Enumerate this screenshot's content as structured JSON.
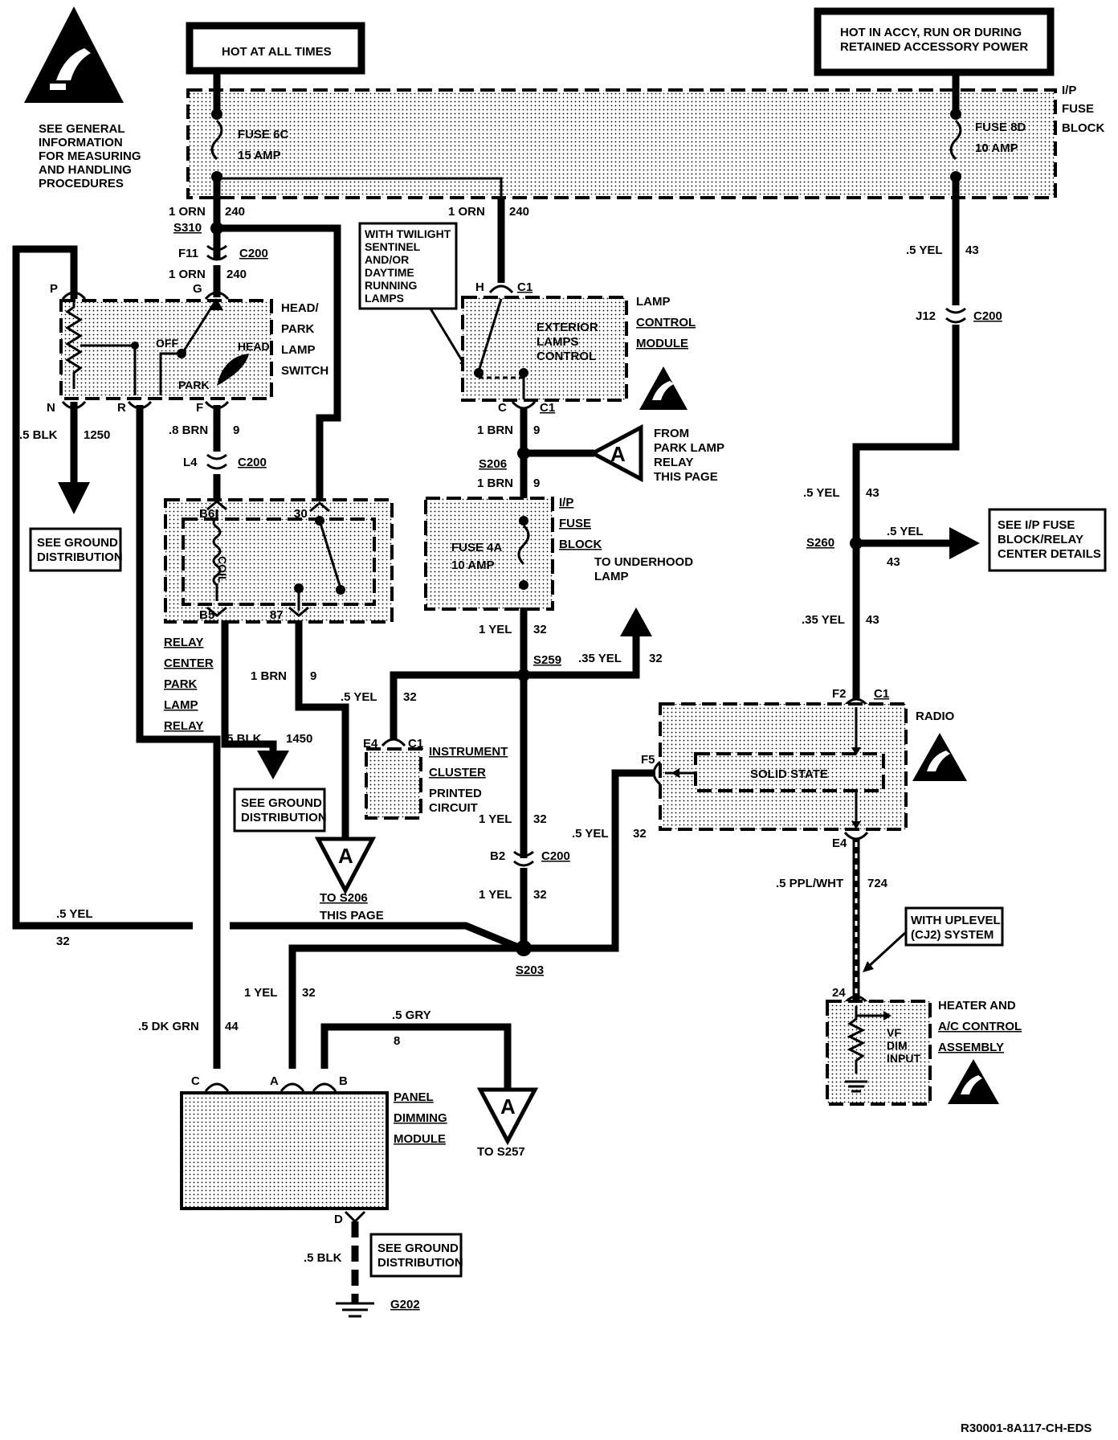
{
  "header": {
    "hot_at_all_times": "HOT AT ALL TIMES",
    "hot_accy_1": "HOT IN ACCY, RUN OR DURING",
    "hot_accy_2": "RETAINED ACCESSORY POWER"
  },
  "esd_note": [
    "SEE GENERAL",
    "INFORMATION",
    "FOR MEASURING",
    "AND HANDLING",
    "PROCEDURES"
  ],
  "fuse_block_label": [
    "I/P",
    "FUSE",
    "BLOCK"
  ],
  "fuse_6c": {
    "name": "FUSE 6C",
    "rating": "15 AMP"
  },
  "fuse_8d": {
    "name": "FUSE 8D",
    "rating": "10 AMP"
  },
  "fuse_4a": {
    "name": "FUSE 4A",
    "rating": "10 AMP"
  },
  "ip_fuse_block_2": [
    "I/P",
    "FUSE",
    "BLOCK"
  ],
  "wires": {
    "orn1": "1 ORN",
    "c240": "240",
    "orn2": "1 ORN",
    "c240b": "240",
    "orn3": "1 ORN",
    "c240c": "240",
    "yel5_43": ".5 YEL",
    "c43": "43",
    "yel5_43b": ".5 YEL",
    "c43b": "43",
    "yel5_43c": ".5 YEL",
    "c43c": "43",
    "yel35_43": ".35 YEL",
    "c43d": "43",
    "blk_1250": ".5 BLK",
    "c1250": "1250",
    "brn8": ".8 BRN",
    "c9": "9",
    "brn1": "1 BRN",
    "c9b": "9",
    "brn1b": "1 BRN",
    "c9c": "9",
    "brn1c": "1 BRN",
    "c9d": "9",
    "yel1_32": "1 YEL",
    "c32": "32",
    "yel35_32": ".35 YEL",
    "c32b": "32",
    "yel5_32": ".5 YEL",
    "c32c": "32",
    "blk_1450": ".5 BLK",
    "c1450": "1450",
    "yel1_32b": "1 YEL",
    "c32d": "32",
    "yel5_32b": ".5 YEL",
    "c32e": "32",
    "yel1_32c": "1 YEL",
    "c32f": "32",
    "yel5_32c": ".5 YEL",
    "c32g": "32",
    "yel1_32d": "1 YEL",
    "c32h": "32",
    "dkgrn": ".5 DK GRN",
    "c44": "44",
    "gry": ".5 GRY",
    "c8": "8",
    "ppl": ".5 PPL/WHT",
    "c724": "724",
    "blk_d": ".5 BLK"
  },
  "splices": {
    "s310": "S310",
    "s206": "S206",
    "s259": "S259",
    "s260": "S260",
    "s203": "S203",
    "g202": "G202"
  },
  "connectors": {
    "f11": "F11",
    "c200a": "C200",
    "g": "G",
    "p": "P",
    "n": "N",
    "r": "R",
    "f": "F",
    "l4": "L4",
    "c200b": "C200",
    "b6": "B6",
    "b5": "B5",
    "p30": "30",
    "p87": "87",
    "h": "H",
    "c1a": "C1",
    "c": "C",
    "c1b": "C1",
    "j12": "J12",
    "c200c": "C200",
    "e4": "E4",
    "c1c": "C1",
    "b2": "B2",
    "c200d": "C200",
    "f2": "F2",
    "c1d": "C1",
    "f5": "F5",
    "e4b": "E4",
    "p24": "24",
    "pc": "C",
    "pa": "A",
    "pb": "B",
    "pd": "D"
  },
  "switch": {
    "label": [
      "HEAD/",
      "PARK",
      "LAMP",
      "SWITCH"
    ],
    "off": "OFF",
    "head": "HEAD",
    "park": "PARK"
  },
  "twilight_note": [
    "WITH TWILIGHT",
    "SENTINEL",
    "AND/OR",
    "DAYTIME",
    "RUNNING",
    "LAMPS"
  ],
  "lamp_module": {
    "inner": [
      "EXTERIOR",
      "LAMPS",
      "CONTROL"
    ],
    "label": [
      "LAMP",
      "CONTROL",
      "MODULE"
    ]
  },
  "from_park": [
    "FROM",
    "PARK LAMP",
    "RELAY",
    "THIS PAGE"
  ],
  "ref_a": "A",
  "ground_dist": [
    "SEE GROUND",
    "DISTRIBUTION"
  ],
  "see_ip_fuse": [
    "SEE I/P FUSE",
    "BLOCK/RELAY",
    "CENTER DETAILS"
  ],
  "underhood": [
    "TO UNDERHOOD",
    "LAMP"
  ],
  "relay_label": [
    "RELAY",
    "CENTER",
    "PARK",
    "LAMP",
    "RELAY"
  ],
  "relay_coil": "COIL",
  "cluster": [
    "INSTRUMENT",
    "CLUSTER",
    "PRINTED",
    "CIRCUIT"
  ],
  "to_s206": [
    "TO S206",
    "THIS PAGE"
  ],
  "radio": {
    "label": "RADIO",
    "inner": "SOLID STATE"
  },
  "uplevel": [
    "WITH UPLEVEL",
    "(CJ2) SYSTEM"
  ],
  "hvac": {
    "label": [
      "HEATER AND",
      "A/C CONTROL",
      "ASSEMBLY"
    ],
    "inner": [
      "VF",
      "DIM",
      "INPUT"
    ]
  },
  "dimming": [
    "PANEL",
    "DIMMING",
    "MODULE"
  ],
  "to_s257": "TO S257",
  "footer_code": "R30001-8A117-CH-EDS"
}
